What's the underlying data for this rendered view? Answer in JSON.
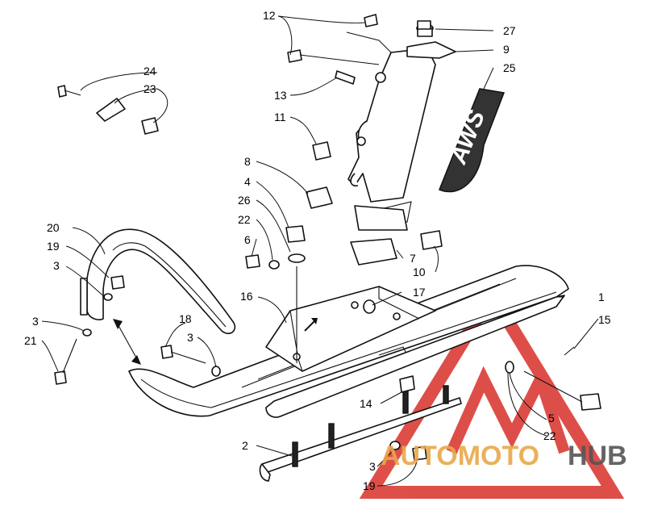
{
  "diagram": {
    "callouts": {
      "c1": "1",
      "c2": "2",
      "c3a": "3",
      "c3b": "3",
      "c3c": "3",
      "c3d": "3",
      "c4": "4",
      "c5": "5",
      "c6": "6",
      "c7": "7",
      "c8": "8",
      "c9": "9",
      "c10": "10",
      "c11": "11",
      "c12": "12",
      "c13": "13",
      "c14": "14",
      "c15": "15",
      "c16": "16",
      "c17": "17",
      "c18": "18",
      "c19a": "19",
      "c19b": "19",
      "c20": "20",
      "c21": "21",
      "c22a": "22",
      "c22b": "22",
      "c23": "23",
      "c24": "24",
      "c25": "25",
      "c26": "26",
      "c27": "27"
    },
    "decal_text": "AWS",
    "watermark": {
      "part1": "AUTOMOTO",
      "part2": "HUB",
      "color1": "#e8a84a",
      "color2": "#555555",
      "mark_color": "#d9302a"
    }
  }
}
